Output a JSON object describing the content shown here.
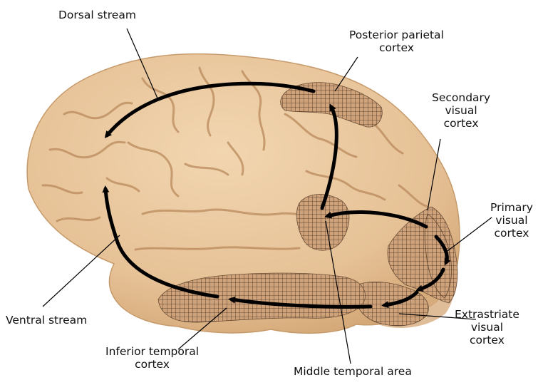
{
  "labels": {
    "dorsal_stream": "Dorsal stream",
    "posterior_parietal_cortex": "Posterior parietal\ncortex",
    "secondary_visual_cortex": "Secondary\nvisual\ncortex",
    "primary_visual_cortex": "Primary\nvisual\ncortex",
    "extrastriate_visual_cortex": "Extrastriate\nvisual\ncortex",
    "middle_temporal_area": "Middle temporal area",
    "inferior_temporal_cortex": "Inferior temporal\ncortex",
    "ventral_stream": "Ventral stream"
  },
  "colors": {
    "brain_fill": "#e9c9a0",
    "brain_shadow": "#d8ae80",
    "sulcus": "#b98a5c",
    "region_fill": "#cfa27a",
    "hatch": "#3a2a1e",
    "arrow": "#000000"
  }
}
